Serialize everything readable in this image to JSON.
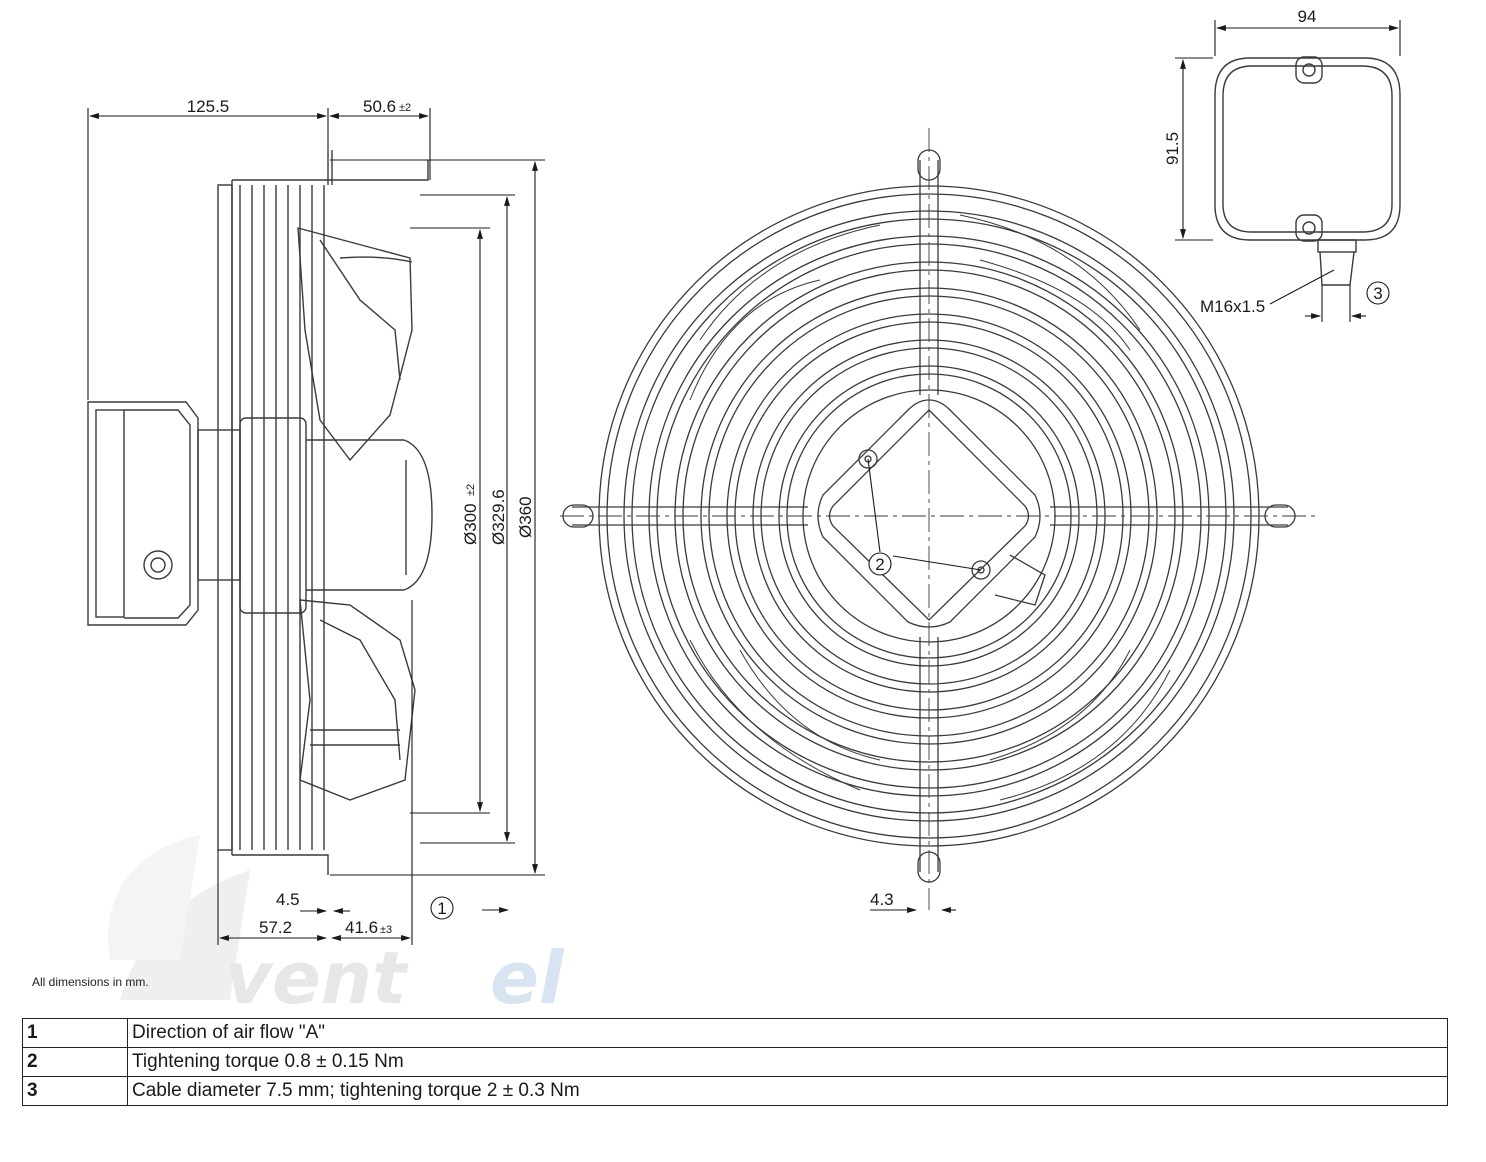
{
  "dimensions": {
    "d_125_5": "125.5",
    "d_50_6": "50.6",
    "d_50_6_tol": "±2",
    "d_300": "Ø300",
    "d_300_tol": "±2",
    "d_329_6": "Ø329.6",
    "d_360": "Ø360",
    "d_4_5": "4.5",
    "d_57_2": "57.2",
    "d_41_6": "41.6",
    "d_41_6_tol": "±3",
    "d_4_3": "4.3",
    "d_94": "94",
    "d_91_5": "91.5",
    "thread": "M16x1.5"
  },
  "callouts": [
    "1",
    "2",
    "3"
  ],
  "watermark": "ventel",
  "note": "All dimensions in mm.",
  "legend": [
    {
      "num": "1",
      "text": "Direction of air flow \"A\""
    },
    {
      "num": "2",
      "text": "Tightening torque 0.8 ± 0.15 Nm"
    },
    {
      "num": "3",
      "text": "Cable diameter 7.5 mm; tightening torque 2 ± 0.3 Nm"
    }
  ],
  "colors": {
    "line": "#3a3a3a",
    "watermark_grey": "#d8d8d8",
    "watermark_blue": "#b9cfe6"
  }
}
